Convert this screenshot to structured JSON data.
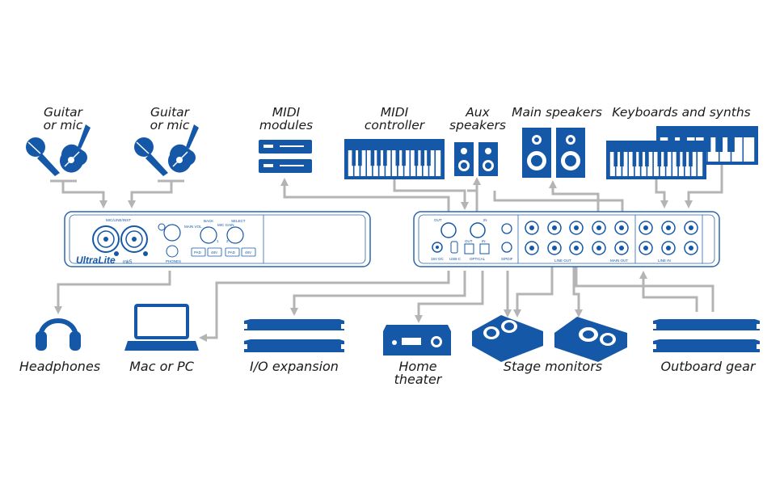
{
  "labels": {
    "guitar_mic_1": "Guitar\nor mic",
    "guitar_mic_2": "Guitar\nor mic",
    "midi_modules": "MIDI\nmodules",
    "midi_controller": "MIDI\ncontroller",
    "aux_speakers": "Aux\nspeakers",
    "main_speakers": "Main speakers",
    "keyboards_synths": "Keyboards and synths",
    "headphones": "Headphones",
    "mac_pc": "Mac or PC",
    "io_expansion": "I/O expansion",
    "home_theater": "Home theater",
    "stage_monitors": "Stage monitors",
    "outboard_gear": "Outboard gear"
  },
  "front_panel": {
    "brand": "UltraLite",
    "brand_suffix": "mk5",
    "input_label": "MIC/LINE/INST",
    "main_vol": "MAIN\nVOL",
    "phones": "PHONES",
    "back": "BACK",
    "mic_gain": "MIC\nGAIN",
    "select": "SELECT",
    "pad": "PAD",
    "p48v": "48V",
    "ch1": "1",
    "ch2": "2"
  },
  "rear_panel": {
    "midi_out": "OUT",
    "midi_in": "IN",
    "power": "15V DC",
    "usbc": "USB-C",
    "optical": "OPTICAL",
    "spdif": "S/PDIF",
    "line_out": "LINE OUT",
    "main_out": "MAIN OUT",
    "line_in": "LINE IN",
    "opt_out": "OUT",
    "opt_in": "IN"
  },
  "colors": {
    "device_blue": "#1558a8",
    "line_gray": "#b4b4b4",
    "panel_stroke": "#2a66b0",
    "text": "#1b1b1b"
  }
}
